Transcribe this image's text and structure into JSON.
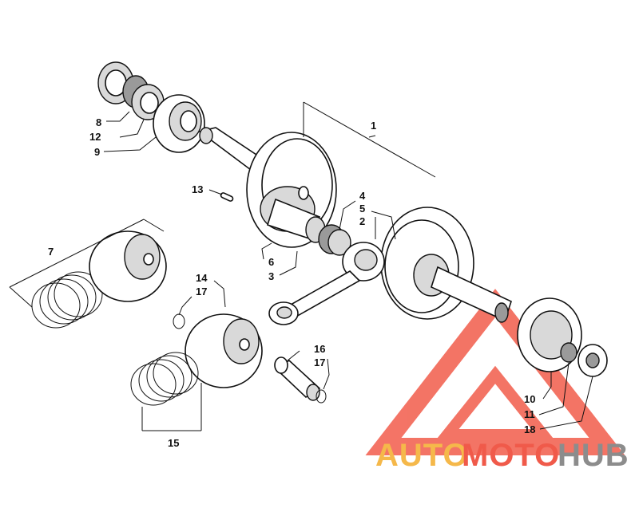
{
  "callouts": {
    "n1": "1",
    "n2": "2",
    "n3": "3",
    "n4": "4",
    "n5": "5",
    "n6": "6",
    "n7": "7",
    "n8": "8",
    "n9": "9",
    "n10": "10",
    "n11": "11",
    "n12": "12",
    "n13": "13",
    "n14": "14",
    "n15": "15",
    "n16": "16",
    "n17a": "17",
    "n17b": "17",
    "n18": "18"
  },
  "watermark": {
    "auto": "AUTO",
    "moto": "MOTO",
    "hub": "HUB",
    "color_auto": "#f5b84a",
    "color_moto": "#f05a4a",
    "color_hub": "#8c8c8c",
    "color_logo": "#f25c4b"
  }
}
